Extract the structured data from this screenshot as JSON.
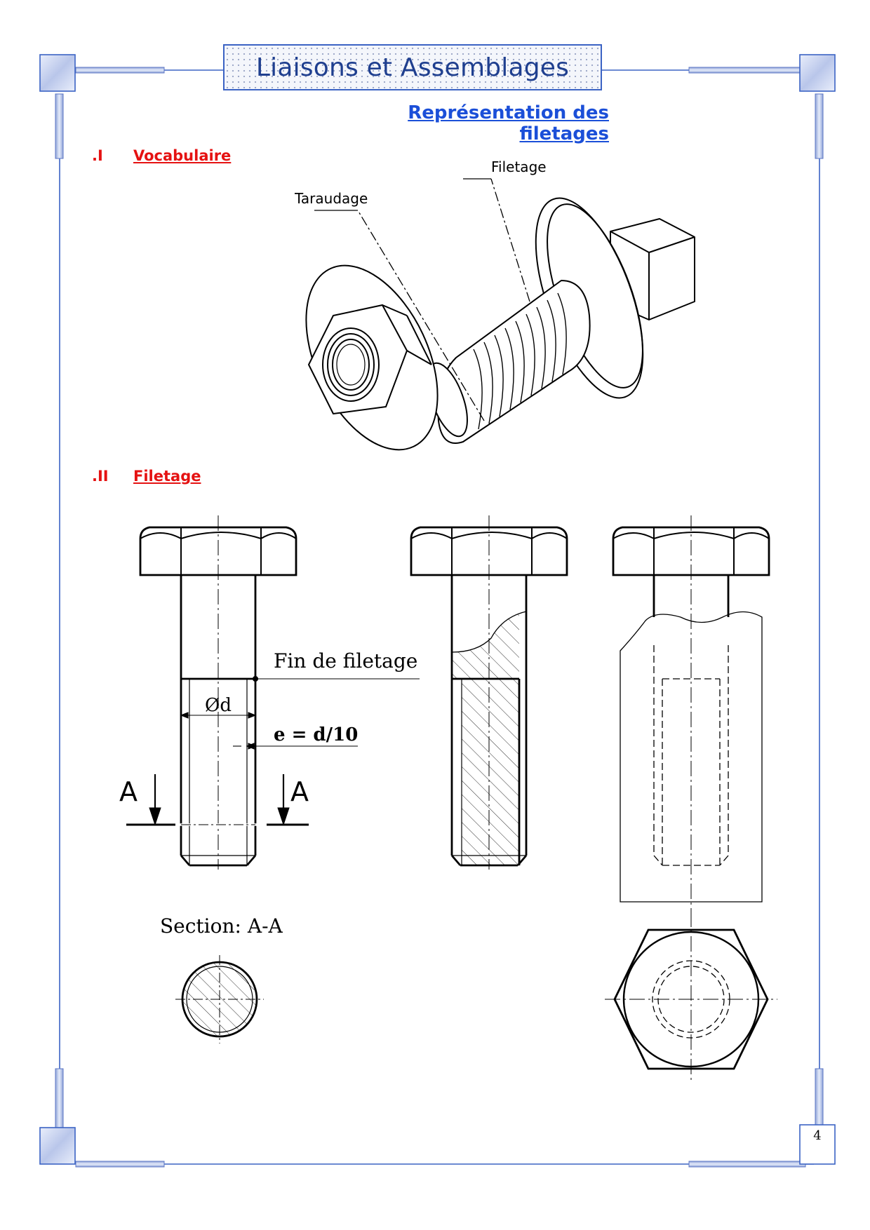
{
  "header": {
    "title": "Liaisons et Assemblages",
    "subtitle": "Représentation des filetages"
  },
  "sections": [
    {
      "number": ".I",
      "title": "Vocabulaire"
    },
    {
      "number": ".II",
      "title": "Filetage"
    }
  ],
  "figure_vocab": {
    "label_filetage": "Filetage",
    "label_taraudage": "Taraudage"
  },
  "figure_filetage": {
    "label_fin_filetage": "Fin de filetage",
    "label_diameter": "Ød",
    "label_e": "e = d/10",
    "label_a_left": "A",
    "label_a_right": "A",
    "label_section": "Section: A-A"
  },
  "footer": {
    "page_number": "4"
  },
  "colors": {
    "frame_blue": "#3b63c4",
    "accent_red": "#e51212",
    "link_blue": "#1b4fd8",
    "title_blue": "#1f3f8f"
  }
}
